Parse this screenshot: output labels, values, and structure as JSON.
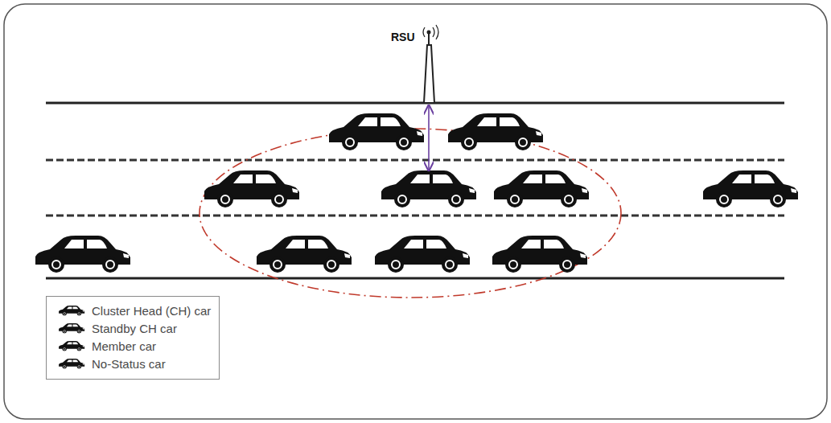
{
  "diagram": {
    "labels": [
      "RSU"
    ],
    "legend": [
      {
        "text": "Cluster Head (CH) car"
      },
      {
        "text": "Standby CH car"
      },
      {
        "text": "Member car"
      },
      {
        "text": "No-Status car"
      }
    ]
  }
}
